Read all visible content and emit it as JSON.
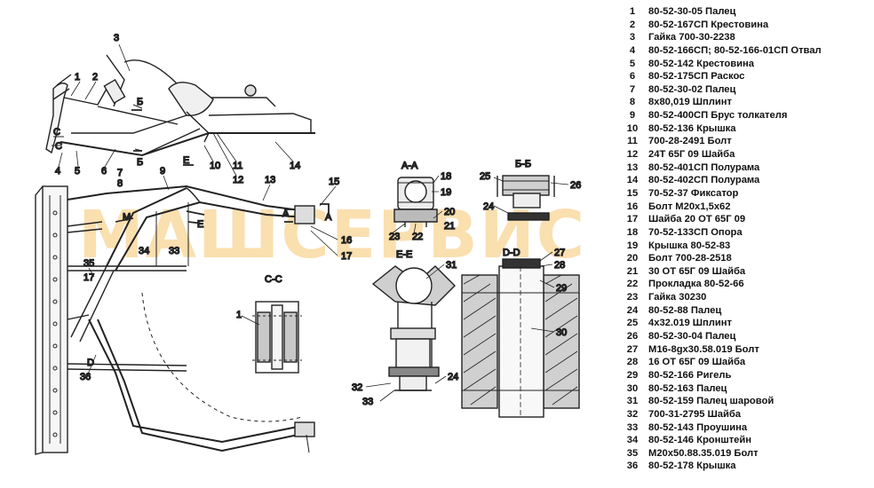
{
  "watermark": "МАШСЕРВИС",
  "sections": {
    "aa": "А-А",
    "bb": "Б-Б",
    "cc": "С-С",
    "dd": "D-D",
    "ee": "Е-Е"
  },
  "marks": {
    "a": "А",
    "b": "Б",
    "c": "С",
    "d": "D",
    "e": "Е",
    "m": "М"
  },
  "callouts": [
    "1",
    "2",
    "3",
    "4",
    "5",
    "6",
    "7",
    "8",
    "9",
    "10",
    "11",
    "12",
    "13",
    "14",
    "15",
    "16",
    "17",
    "18",
    "19",
    "20",
    "21",
    "22",
    "23",
    "24",
    "25",
    "26",
    "27",
    "28",
    "29",
    "30",
    "31",
    "32",
    "33",
    "34",
    "35",
    "36"
  ],
  "parts": [
    {
      "n": "1",
      "d": "80-52-30-05 Палец"
    },
    {
      "n": "2",
      "d": "80-52-167СП Крестовина"
    },
    {
      "n": "3",
      "d": "Гайка 700-30-2238"
    },
    {
      "n": "4",
      "d": "80-52-166СП; 80-52-166-01СП Отвал"
    },
    {
      "n": "5",
      "d": "80-52-142 Крестовина"
    },
    {
      "n": "6",
      "d": "80-52-175СП Раскос"
    },
    {
      "n": "7",
      "d": "80-52-30-02 Палец"
    },
    {
      "n": "8",
      "d": "8х80,019 Шплинт"
    },
    {
      "n": "9",
      "d": "80-52-400СП Брус толкателя"
    },
    {
      "n": "10",
      "d": "80-52-136 Крышка"
    },
    {
      "n": "11",
      "d": "700-28-2491 Болт"
    },
    {
      "n": "12",
      "d": "24Т 65Г 09 Шайба"
    },
    {
      "n": "13",
      "d": "80-52-401СП Полурама"
    },
    {
      "n": "14",
      "d": "80-52-402СП Полурама"
    },
    {
      "n": "15",
      "d": "70-52-37 Фиксатор"
    },
    {
      "n": "16",
      "d": "Болт М20х1,5х62"
    },
    {
      "n": "17",
      "d": "Шайба 20 ОТ 65Г 09"
    },
    {
      "n": "18",
      "d": "70-52-133СП Опора"
    },
    {
      "n": "19",
      "d": "Крышка 80-52-83"
    },
    {
      "n": "20",
      "d": "Болт 700-28-2518"
    },
    {
      "n": "21",
      "d": "30 ОТ 65Г 09 Шайба"
    },
    {
      "n": "22",
      "d": "Прокладка 80-52-66"
    },
    {
      "n": "23",
      "d": "Гайка 30230"
    },
    {
      "n": "24",
      "d": "80-52-88 Палец"
    },
    {
      "n": "25",
      "d": "4х32.019 Шплинт"
    },
    {
      "n": "26",
      "d": "80-52-30-04 Палец"
    },
    {
      "n": "27",
      "d": "М16-8gх30.58.019 Болт"
    },
    {
      "n": "28",
      "d": "16 ОТ 65Г 09 Шайба"
    },
    {
      "n": "29",
      "d": "80-52-166 Ригель"
    },
    {
      "n": "30",
      "d": "80-52-163 Палец"
    },
    {
      "n": "31",
      "d": "80-52-159 Палец шаровой"
    },
    {
      "n": "32",
      "d": "700-31-2795 Шайба"
    },
    {
      "n": "33",
      "d": "80-52-143 Проушина"
    },
    {
      "n": "34",
      "d": "80-52-146 Кронштейн"
    },
    {
      "n": "35",
      "d": "М20х50.88.35.019 Болт"
    },
    {
      "n": "36",
      "d": "80-52-178 Крышка"
    }
  ]
}
